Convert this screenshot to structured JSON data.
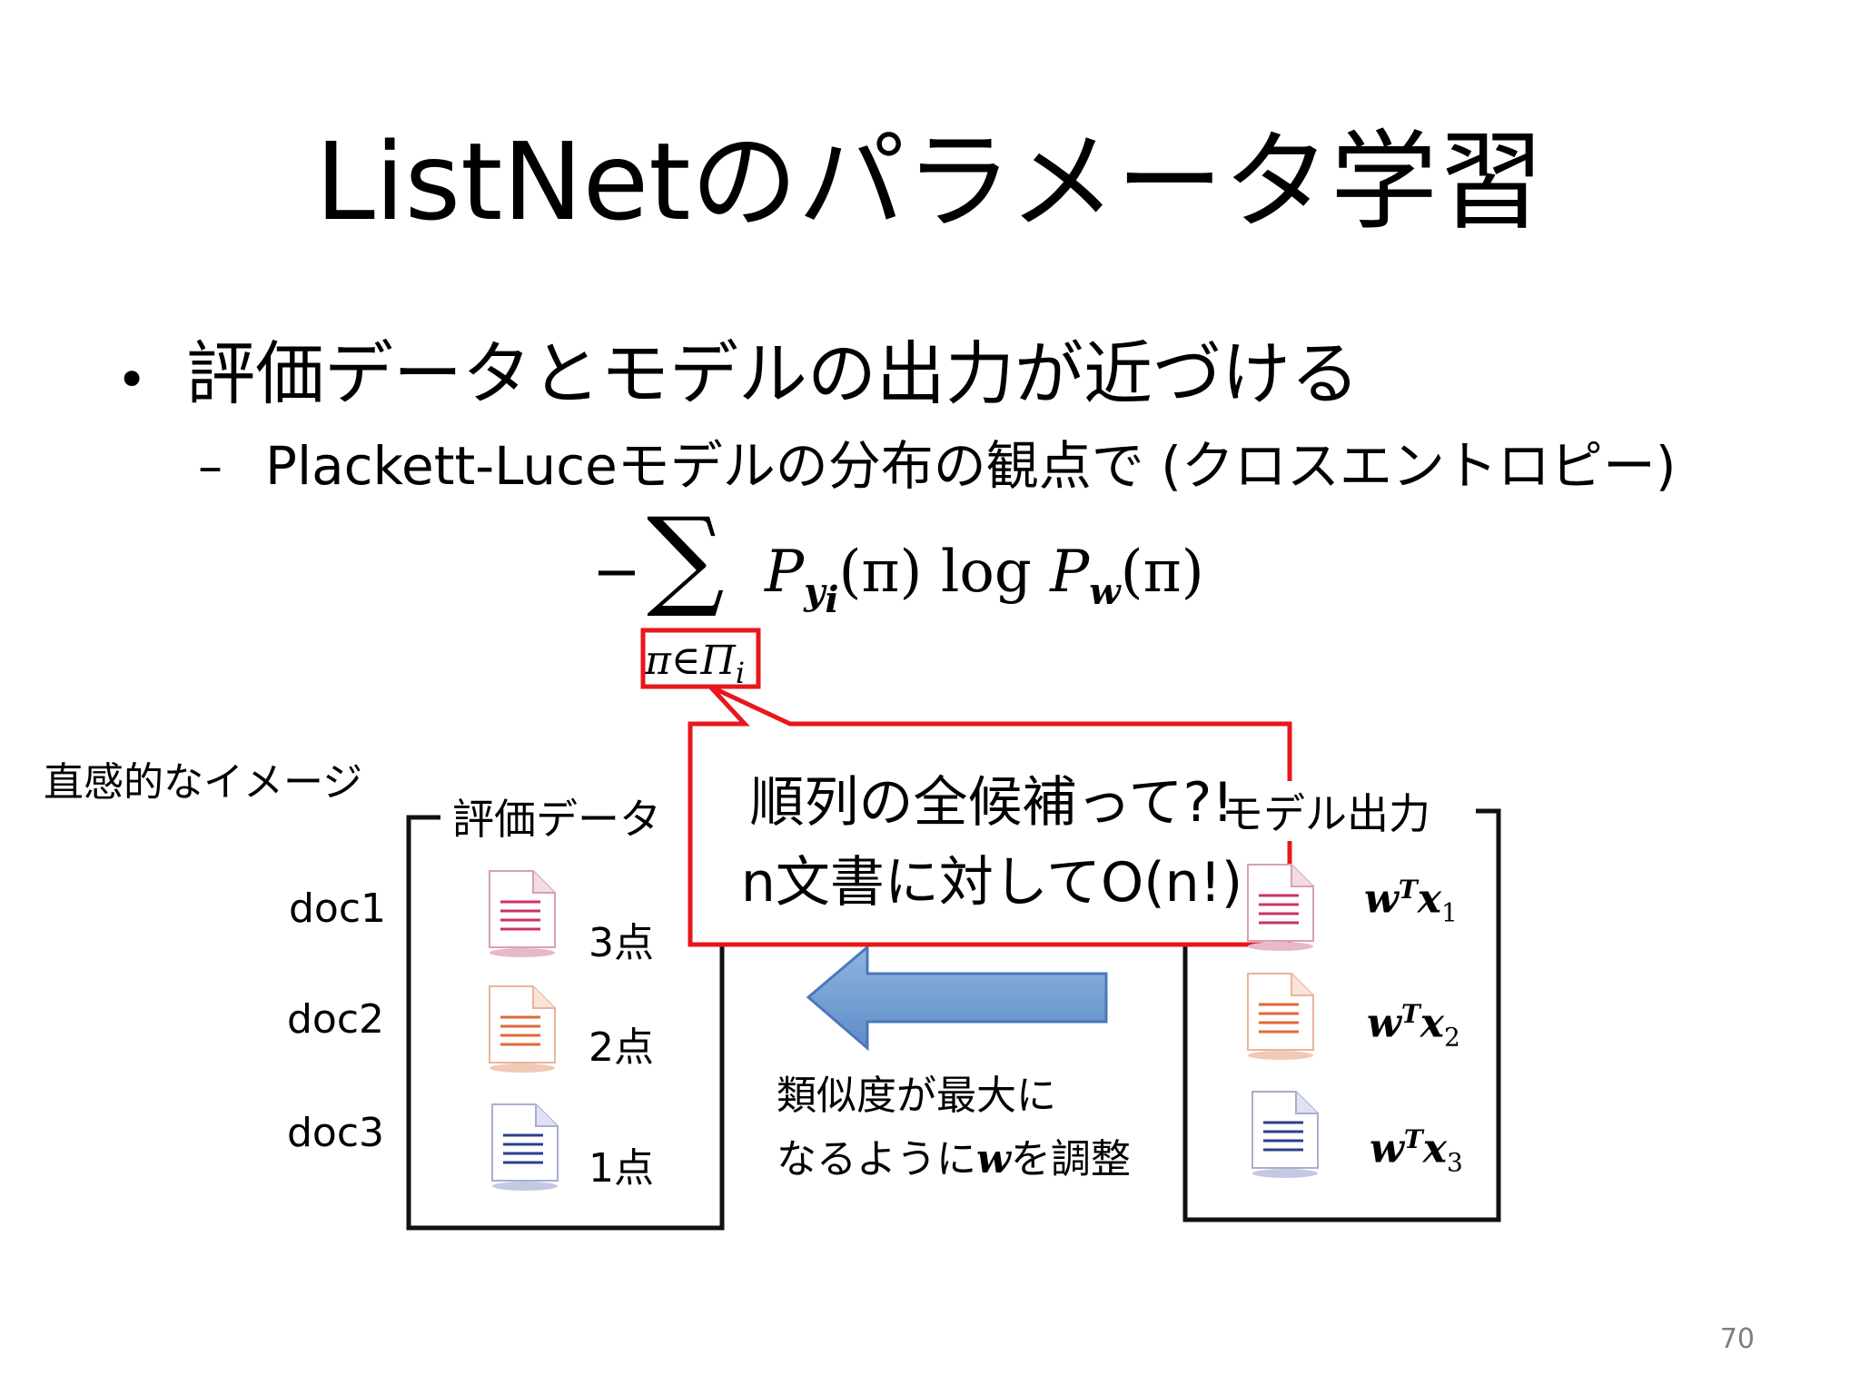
{
  "slide": {
    "title": "ListNetのパラメータ学習",
    "bullet": "評価データとモデルの出力が近づける",
    "bullet_marker": "•",
    "sub_marker": "–",
    "sub_bullet": "Plackett-Luceモデルの分布の観点で (クロスエントロピー)",
    "page_number": "70"
  },
  "formula": {
    "minus": "−",
    "sigma": "∑",
    "p": "P",
    "y": "y",
    "i": "i",
    "pi_arg": "(π)",
    "log": " log ",
    "w": "w",
    "under_pi": "π∈Π",
    "under_i": "i"
  },
  "callout": {
    "line1": "順列の全候補って?!",
    "line2": "n文書に対してO(n!)",
    "border_color": "#e8171b"
  },
  "diagram": {
    "heading": "直感的なイメージ",
    "left_box_label": "評価データ",
    "right_box_label": "モデル出力",
    "docs": [
      {
        "name": "doc1",
        "score": "3点",
        "color": "#cc3366",
        "sub": "1"
      },
      {
        "name": "doc2",
        "score": "2点",
        "color": "#e06a3a",
        "sub": "2"
      },
      {
        "name": "doc3",
        "score": "1点",
        "color": "#2b3f8c",
        "sub": "3"
      }
    ],
    "wx_w": "w",
    "wx_T": "T",
    "wx_x": "x",
    "arrow_color": "#7aa5d6",
    "adjust_line1": "類似度が最大に",
    "adjust_line2_a": "なるように",
    "adjust_line2_w": "w",
    "adjust_line2_b": "を調整"
  }
}
